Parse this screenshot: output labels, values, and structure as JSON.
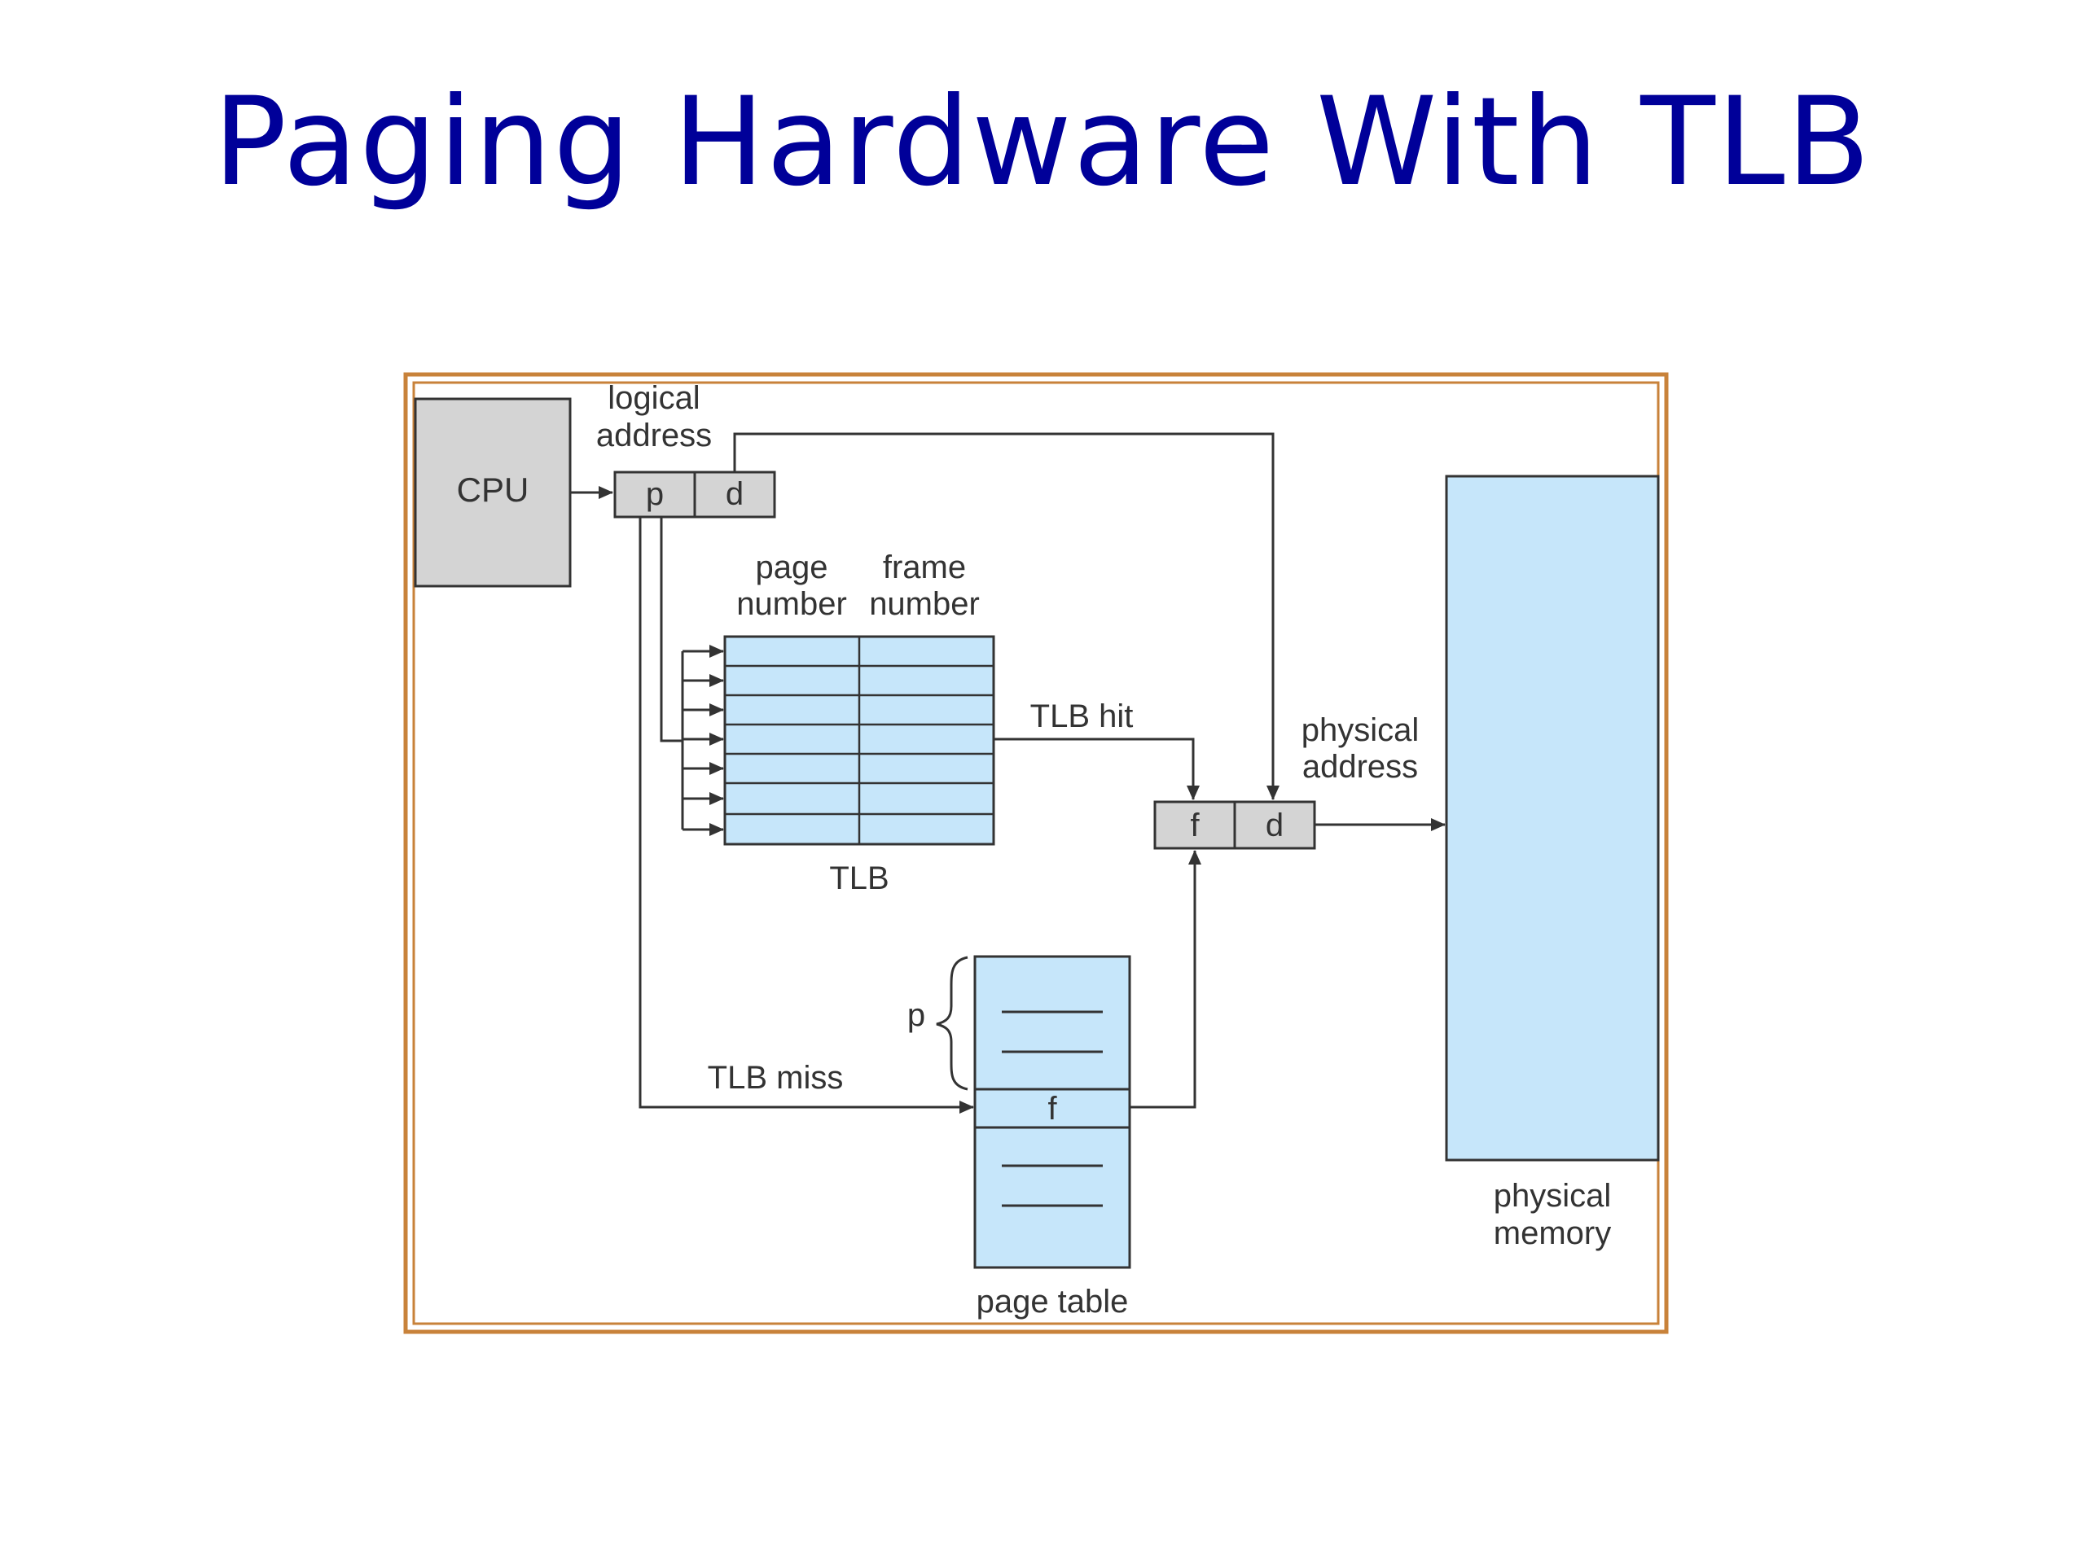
{
  "slide": {
    "title": "Paging Hardware With TLB"
  },
  "diagram": {
    "cpu_label": "CPU",
    "logical_address_label": [
      "logical",
      "address"
    ],
    "logical_address_fields": [
      "p",
      "d"
    ],
    "tlb_column_headers": [
      [
        "page",
        "number"
      ],
      [
        "frame",
        "number"
      ]
    ],
    "tlb_label": "TLB",
    "tlb_hit_label": "TLB hit",
    "tlb_miss_label": "TLB miss",
    "physical_address_label": [
      "physical",
      "address"
    ],
    "physical_address_fields": [
      "f",
      "d"
    ],
    "page_table_brace_label": "p",
    "page_table_entry_label": "f",
    "page_table_label": "page table",
    "physical_memory_label": [
      "physical",
      "memory"
    ]
  },
  "colors": {
    "title": "#000099",
    "frame_border": "#c8823a",
    "register_fill": "#d4d4d4",
    "table_fill": "#c6e6fa",
    "line": "#333333"
  }
}
